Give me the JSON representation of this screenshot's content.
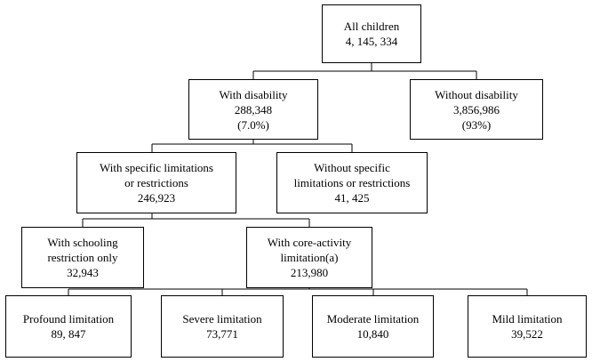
{
  "nodes": {
    "all": {
      "label": "All children",
      "value": "4, 145, 334"
    },
    "disability": {
      "label": "With disability",
      "value": "288,348",
      "share": "(7.0%)"
    },
    "no_disability": {
      "label": "Without disability",
      "value": "3,856,986",
      "share": "(93%)"
    },
    "specific": {
      "label_line1": "With specific limitations",
      "label_line2": "or restrictions",
      "value": "246,923"
    },
    "no_specific": {
      "label_line1": "Without specific",
      "label_line2": "limitations or restrictions",
      "value": "41, 425"
    },
    "schooling": {
      "label_line1": "With schooling",
      "label_line2": "restriction only",
      "value": "32,943"
    },
    "core": {
      "label_line1": "With core-activity",
      "label_line2": "limitation(a)",
      "value": "213,980"
    },
    "profound": {
      "label": "Profound limitation",
      "value": "89, 847"
    },
    "severe": {
      "label": "Severe limitation",
      "value": "73,771"
    },
    "moderate": {
      "label": "Moderate limitation",
      "value": "10,840"
    },
    "mild": {
      "label": "Mild limitation",
      "value": "39,522"
    }
  }
}
